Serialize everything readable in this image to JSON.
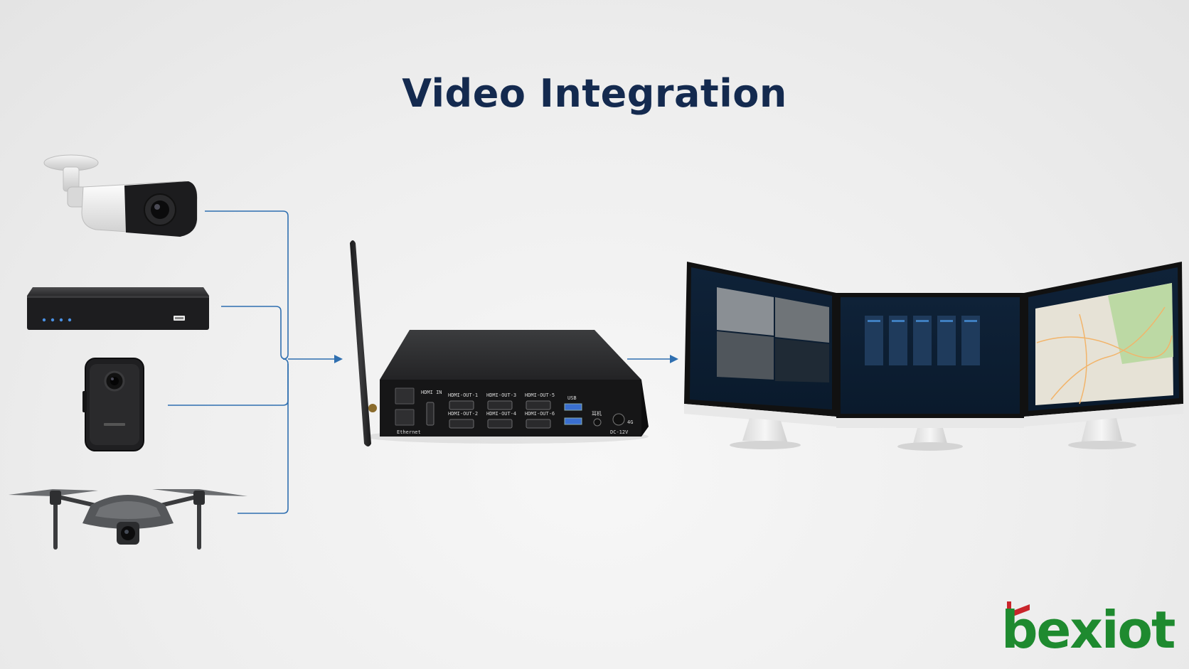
{
  "title": "Video Integration",
  "sources": [
    {
      "icon": "bullet-camera-icon"
    },
    {
      "icon": "nvr-recorder-icon"
    },
    {
      "icon": "body-camera-icon"
    },
    {
      "icon": "drone-icon"
    }
  ],
  "gateway": {
    "icon": "edge-gateway-box-icon",
    "ports": {
      "hdmi_in": "HDMI IN",
      "out1": "HDMI-OUT-1",
      "out2": "HDMI-OUT-2",
      "out3": "HDMI-OUT-3",
      "out4": "HDMI-OUT-4",
      "out5": "HDMI-OUT-5",
      "out6": "HDMI-OUT-6",
      "usb": "USB",
      "earphone": "耳机",
      "lte": "4G",
      "power": "DC-12V",
      "ethernet": "Ethernet"
    }
  },
  "displays": [
    {
      "icon": "video-wall-monitor-icon"
    },
    {
      "icon": "dashboard-monitor-icon"
    },
    {
      "icon": "map-monitor-icon"
    }
  ],
  "brand": "bexiot",
  "colors": {
    "title": "#142a4f",
    "connector": "#2f6fb0",
    "brand_green": "#1e8a2f",
    "brand_red": "#c9252b"
  }
}
